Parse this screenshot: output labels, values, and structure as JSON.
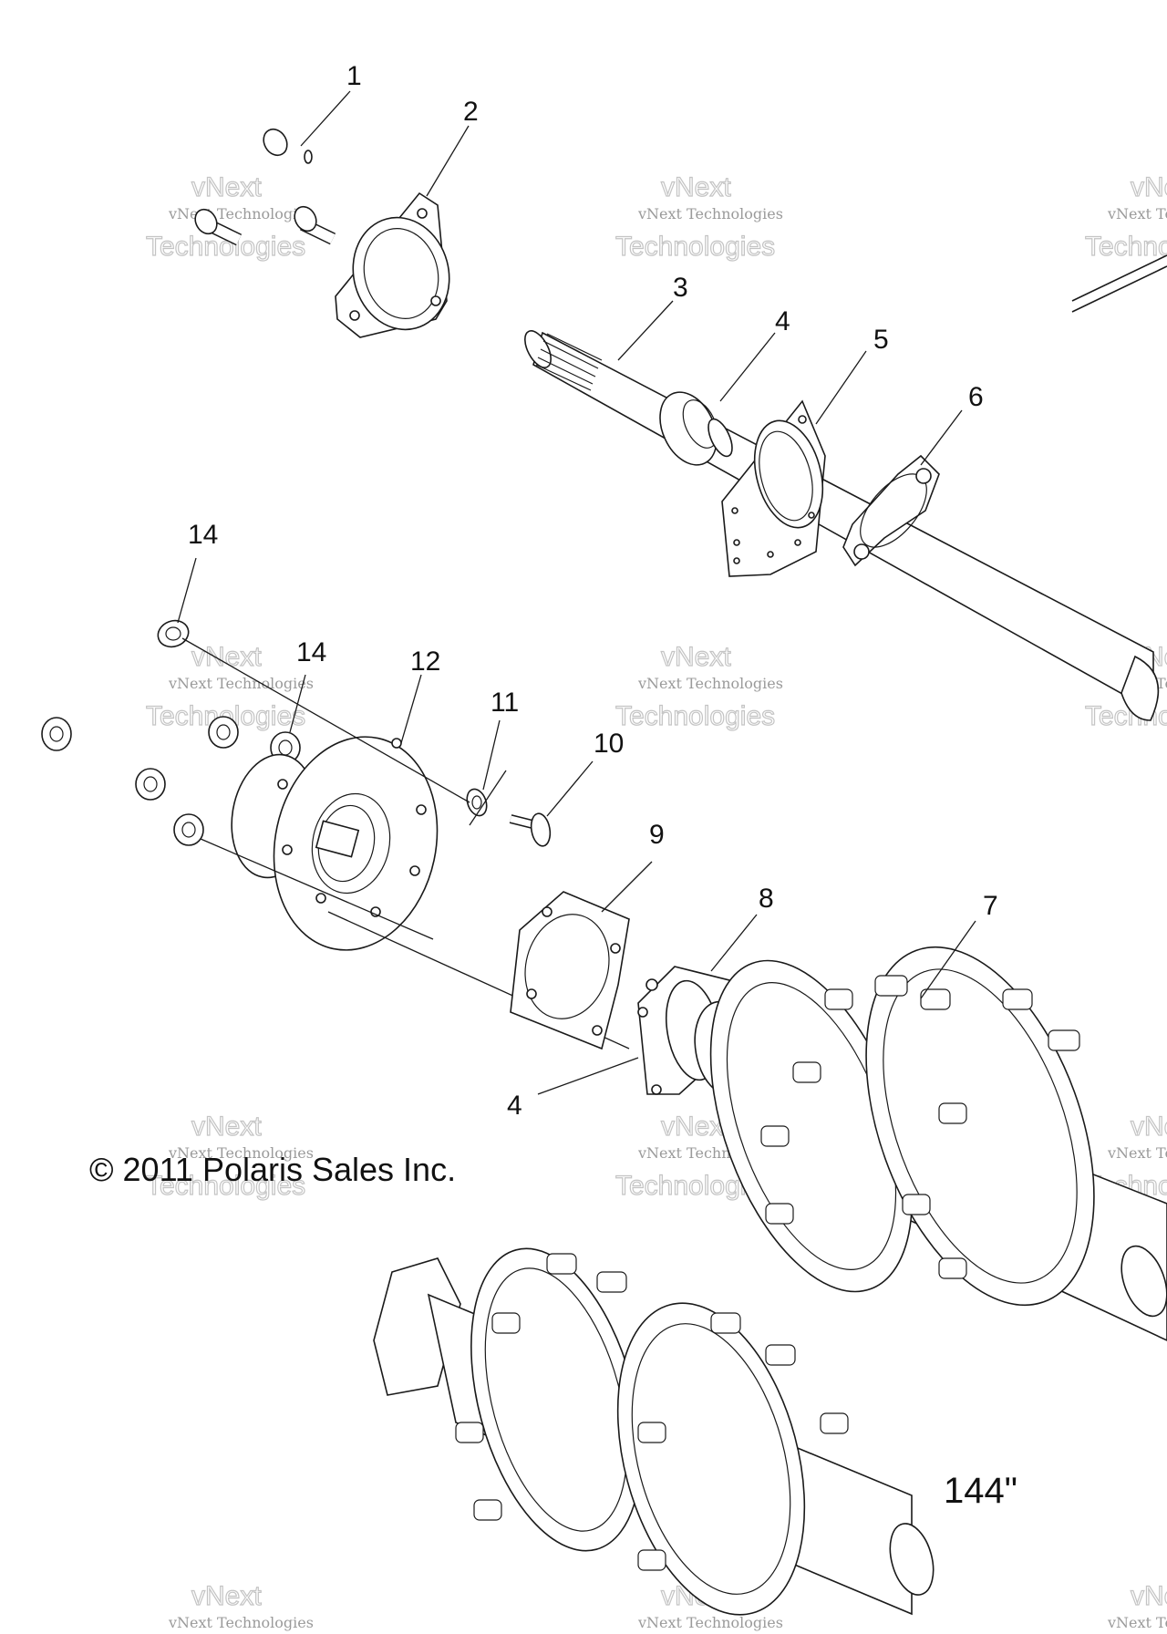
{
  "callouts": [
    "1",
    "2",
    "3",
    "4",
    "5",
    "6",
    "14",
    "14",
    "12",
    "11",
    "10",
    "9",
    "8",
    "7",
    "4"
  ],
  "copyright": "© 2011 Polaris Sales Inc.",
  "size_label": "144\"",
  "watermark": {
    "line1": "vNext",
    "line2": "vNext Technologies",
    "line3": "Technologies"
  },
  "colors": {
    "ink": "#1a1a1a",
    "watermark": "#c4c4c4",
    "background": "#ffffff"
  }
}
